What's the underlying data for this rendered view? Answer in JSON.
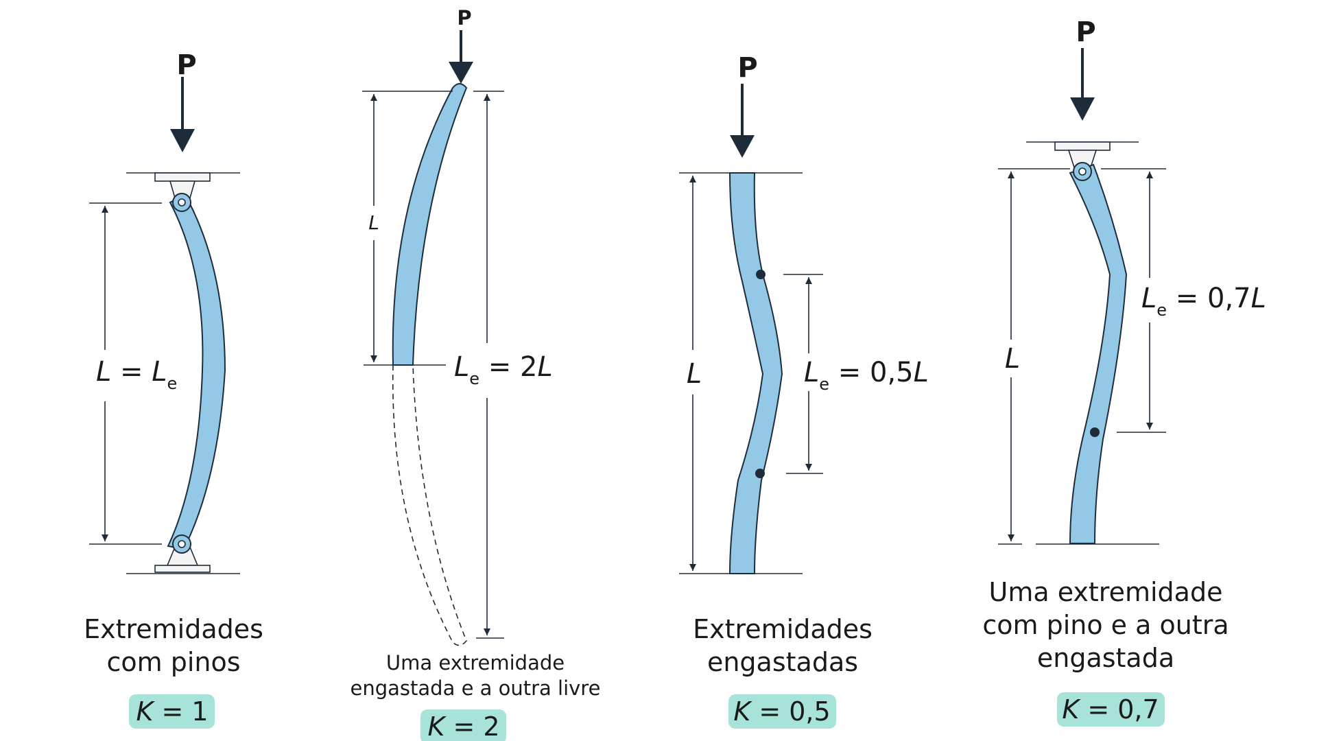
{
  "load_label": "P",
  "columns": [
    {
      "id": "pinned",
      "length_label": {
        "main": "L",
        "eq": " = ",
        "sym": "L",
        "sub": "e"
      },
      "caption": [
        "Extremidades",
        "com pinos"
      ],
      "k": {
        "sym": "K",
        "rest": " = 1"
      }
    },
    {
      "id": "fixed-free",
      "l_label": "L",
      "le_label": {
        "sym": "L",
        "sub": "e",
        "eq": " = 2",
        "tail": "L"
      },
      "caption": [
        "Uma extremidade",
        "engastada e a outra livre"
      ],
      "k": {
        "sym": "K",
        "rest": " = 2"
      }
    },
    {
      "id": "fixed-fixed",
      "l_label": "L",
      "le_label": {
        "sym": "L",
        "sub": "e",
        "eq": " = 0,5",
        "tail": "L"
      },
      "caption": [
        "Extremidades",
        "engastadas"
      ],
      "k": {
        "sym": "K",
        "rest": " = 0,5"
      }
    },
    {
      "id": "pinned-fixed",
      "l_label": "L",
      "le_label": {
        "sym": "L",
        "sub": "e",
        "eq": " = 0,7",
        "tail": "L"
      },
      "caption": [
        "Uma extremidade",
        "com pino e a outra",
        "engastada"
      ],
      "k": {
        "sym": "K",
        "rest": " = 0,7"
      }
    }
  ],
  "colors": {
    "column_fill": "#93c8e6",
    "k_badge": "#a7e3d8",
    "ink": "#1e2c3a"
  }
}
